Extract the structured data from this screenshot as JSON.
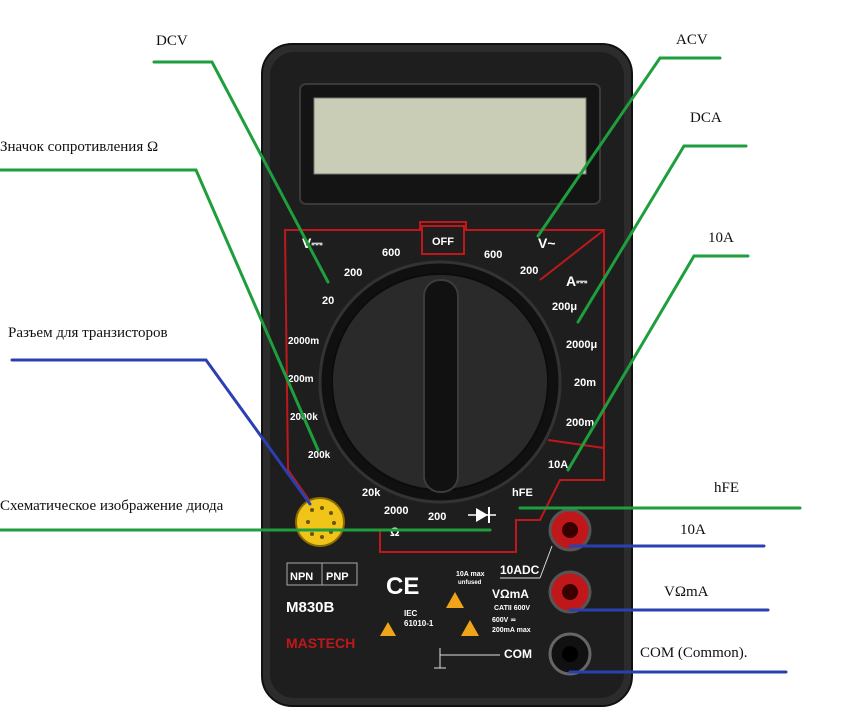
{
  "callouts": {
    "dcv": "DCV",
    "acv": "ACV",
    "dca": "DCA",
    "ohm": "Значок сопротивления Ω",
    "tenA_top": "10A",
    "transistor": "Разъем для транзисторов",
    "diode": "Схематическое изображение диода",
    "hfe": "hFE",
    "tenA_jack": "10A",
    "vma_jack": "VΩmA",
    "com_jack": "COM (Common)."
  },
  "meter": {
    "off": "OFF",
    "v_dc": "V⎓",
    "v_ac": "V~",
    "a_dc": "A⎓",
    "ohm_sym": "Ω",
    "dcv_ranges": [
      "600",
      "200",
      "20",
      "2000m",
      "200m"
    ],
    "acv_ranges": [
      "600",
      "200"
    ],
    "dca_ranges": [
      "200μ",
      "2000μ",
      "20m",
      "200m",
      "10A"
    ],
    "ohm_ranges": [
      "2000k",
      "200k",
      "20k",
      "2000",
      "200"
    ],
    "hfe": "hFE",
    "npn": "NPN",
    "pnp": "PNP",
    "jack_10a": "10ADC",
    "jack_vma": "VΩmA",
    "jack_com": "COM",
    "ce": "CE",
    "model": "M830B",
    "brand": "MASTECH",
    "iec": "IEC",
    "iec_no": "61010-1",
    "fuse1": "10A max",
    "fuse2": "unfused",
    "cat": "CATII 600V",
    "rating1": "600V ≂",
    "rating2": "200mA max"
  },
  "colors": {
    "body": "#2b2b2b",
    "face": "#1c1c1c",
    "lcd": "#c9cdb6",
    "accent_red": "#c0181a",
    "socket": "#f0c419",
    "line_green": "#1e9e3c",
    "line_blue": "#2b3fb0"
  }
}
